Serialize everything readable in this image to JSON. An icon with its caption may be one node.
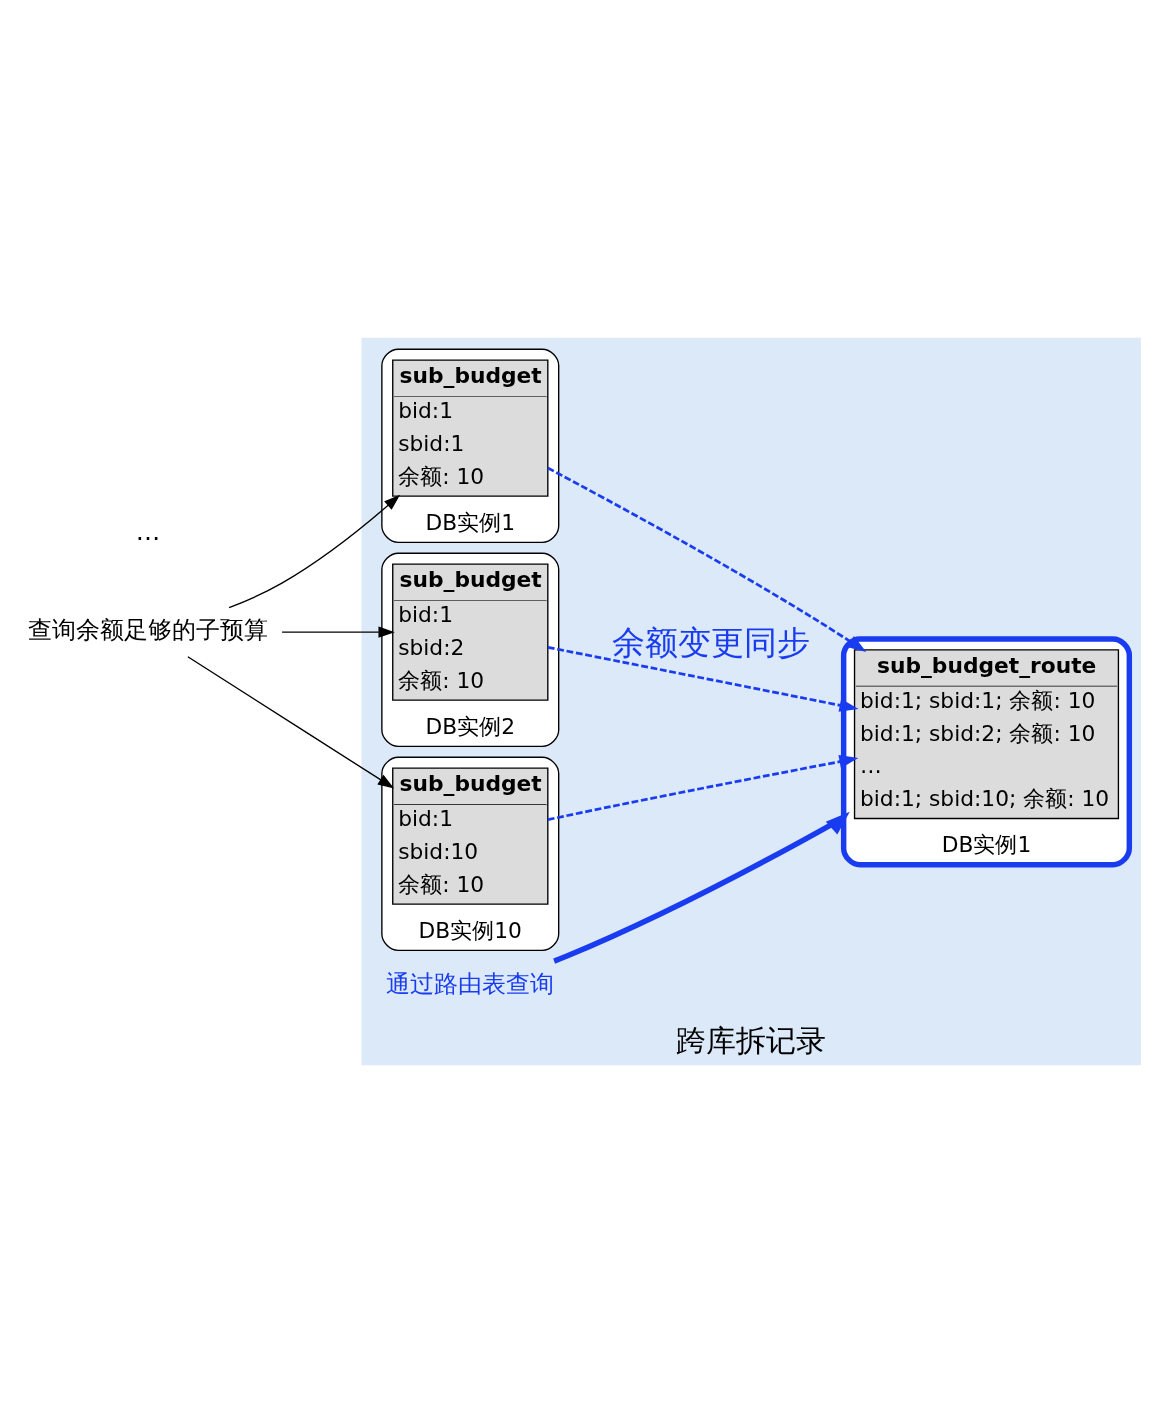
{
  "diagram": {
    "nodes": [
      {
        "text": [
          "跨库拆记录"
        ]
      },
      {
        "text": [
          "查询余额足够的子预算"
        ]
      },
      {
        "text": [
          "通过路由表查询"
        ],
        "in": 0
      },
      {
        "text": [
          "DB实例1"
        ],
        "in": 0
      },
      {
        "text": [
          "sub_budget",
          "bid:1",
          "sbid:1",
          "余额: 10"
        ],
        "in": 3
      },
      {
        "text": [
          "DB实例2"
        ],
        "in": 0
      },
      {
        "text": [
          "sub_budget",
          "bid:1",
          "sbid:2",
          "余额: 10"
        ],
        "in": 5
      },
      {
        "text": [
          "DB实例10"
        ],
        "in": 0
      },
      {
        "text": [
          "sub_budget",
          "bid:1",
          "sbid:10",
          "余额: 10"
        ],
        "in": 7
      },
      {
        "text": [
          "DB实例1"
        ],
        "in": 0
      },
      {
        "text": [
          "sub_budget_route",
          "bid:1; sbid:1; 余额: 10",
          "bid:1; sbid:2; 余额: 10",
          "…",
          "bid:1; sbid:10; 余额: 10"
        ],
        "in": 9
      }
    ],
    "edges": [
      {
        "from": 1,
        "to": 4,
        "arrow": "to",
        "color": "#000000"
      },
      {
        "from": 1,
        "to": 6,
        "arrow": "to",
        "color": "#000000"
      },
      {
        "from": 1,
        "to": 8,
        "arrow": "to",
        "color": "#000000"
      },
      {
        "from": 4,
        "to": 10,
        "arrow": "to",
        "style": "dashed",
        "color": "#1a3cf0"
      },
      {
        "from": 6,
        "to": 10,
        "arrow": "to",
        "style": "dashed",
        "color": "#1a3cf0",
        "label": "余额变更同步"
      },
      {
        "from": 8,
        "to": 10,
        "arrow": "to",
        "style": "dashed",
        "color": "#1a3cf0"
      },
      {
        "from": 2,
        "to": 9,
        "arrow": "to",
        "style": "thick",
        "color": "#1a3cf0"
      }
    ],
    "labels": [
      "…"
    ]
  }
}
